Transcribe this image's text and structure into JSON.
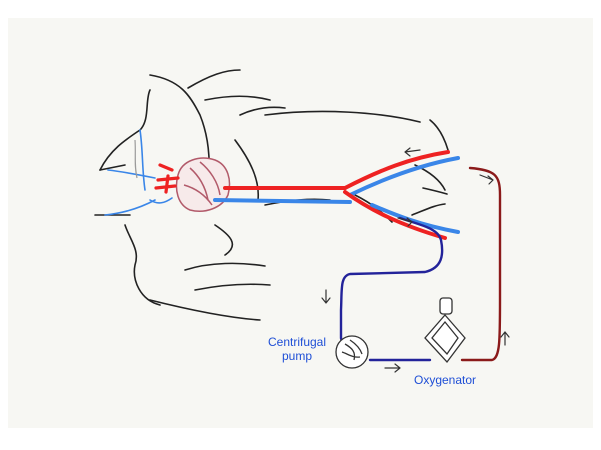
{
  "diagram": {
    "labels": {
      "pump_line1": "Centrifugal",
      "pump_line2": "pump",
      "oxygenator": "Oxygenator"
    },
    "colors": {
      "paper": "#f7f7f3",
      "outline": "#222222",
      "artery": "#ee2222",
      "vein": "#3a86e8",
      "venous_line": "#23239a",
      "return_line": "#8b1a1a",
      "heart": "#b25a6a",
      "label": "#1f4fd6"
    }
  }
}
